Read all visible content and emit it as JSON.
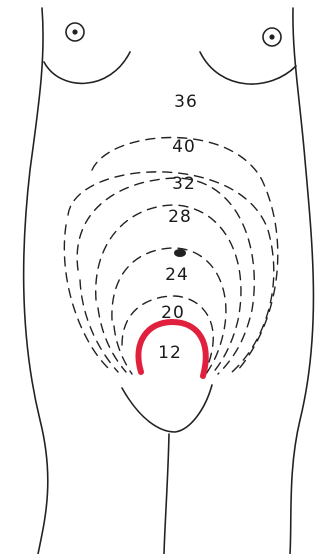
{
  "fundal_heights": [
    {
      "label": "36"
    },
    {
      "label": "40"
    },
    {
      "label": "32"
    },
    {
      "label": "28"
    },
    {
      "label": "24"
    },
    {
      "label": "20"
    },
    {
      "label": "12",
      "highlight_color": "#e0203c"
    }
  ]
}
